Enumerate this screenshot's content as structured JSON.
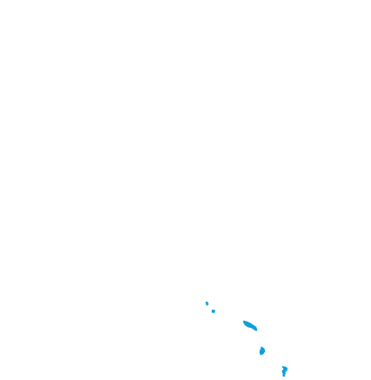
{
  "map": {
    "background_color": "#ffffff",
    "land_color": "#0ea0dc",
    "features": [
      {
        "name": "islet-1",
        "shape": "tiny-islet"
      },
      {
        "name": "islet-2",
        "shape": "tiny-islet"
      },
      {
        "name": "island-3",
        "shape": "elongated-island"
      },
      {
        "name": "islet-4",
        "shape": "tiny-islet"
      },
      {
        "name": "island-5",
        "shape": "small-island"
      },
      {
        "name": "island-6",
        "shape": "small-island"
      },
      {
        "name": "islet-7",
        "shape": "tiny-islet"
      }
    ]
  }
}
